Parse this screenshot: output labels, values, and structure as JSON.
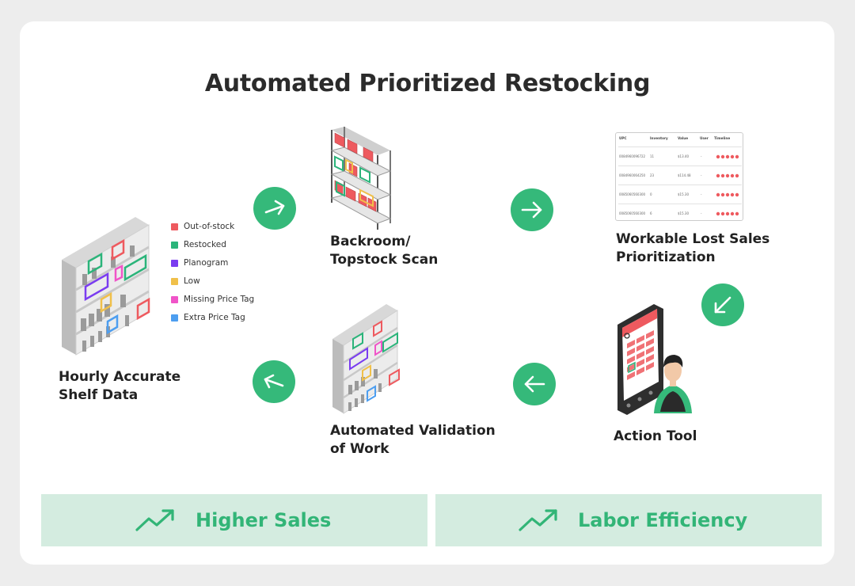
{
  "title": "Automated Prioritized Restocking",
  "steps": {
    "shelf": {
      "line1": "Hourly Accurate",
      "line2": "Shelf Data"
    },
    "backroom": {
      "line1": "Backroom/",
      "line2": "Topstock Scan"
    },
    "prioritization": {
      "line1": "Workable Lost Sales",
      "line2": "Prioritization"
    },
    "action": {
      "line1": "Action Tool"
    },
    "validation": {
      "line1": "Automated Validation",
      "line2": "of Work"
    }
  },
  "legend": [
    {
      "label": "Out-of-stock",
      "color": "#ee5a5f"
    },
    {
      "label": "Restocked",
      "color": "#2bb47a"
    },
    {
      "label": "Planogram",
      "color": "#7a3cf0"
    },
    {
      "label": "Low",
      "color": "#f0c04a"
    },
    {
      "label": "Missing Price Tag",
      "color": "#f054c8"
    },
    {
      "label": "Extra Price Tag",
      "color": "#4d9ef0"
    }
  ],
  "table": {
    "headers": [
      "UPC",
      "Inventory",
      "Value",
      "User",
      "Timeline"
    ],
    "rows": [
      {
        "upc": "0084960096722",
        "inventory": "11",
        "value": "$13.40",
        "user": "-"
      },
      {
        "upc": "0084960064250",
        "inventory": "23",
        "value": "$114.48",
        "user": "-"
      },
      {
        "upc": "0085060560300",
        "inventory": "0",
        "value": "$15.30",
        "user": "-"
      },
      {
        "upc": "0085060560300",
        "inventory": "6",
        "value": "$15.30",
        "user": "-"
      }
    ]
  },
  "banners": {
    "left": "Higher Sales",
    "right": "Labor Efficiency"
  },
  "colors": {
    "accent": "#35b97a",
    "banner_bg": "#d4ece0",
    "banner_text": "#32b577",
    "card_bg": "#ffffff",
    "page_bg": "#ededed"
  },
  "icons": {
    "arrows": [
      "arrow-right-up-icon",
      "arrow-right-icon",
      "arrow-down-left-icon",
      "arrow-left-icon",
      "arrow-left-up-icon"
    ],
    "banner": "trending-up-icon"
  }
}
